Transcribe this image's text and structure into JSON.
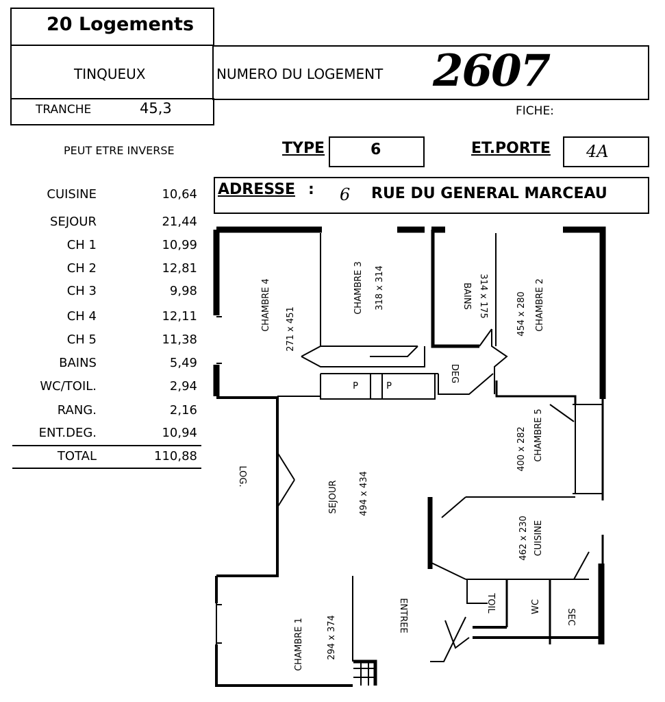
{
  "header": {
    "project": "20 Logements",
    "city": "TINQUEUX",
    "numero_label": "NUMERO DU LOGEMENT",
    "numero_value": "2607",
    "tranche_label": "TRANCHE",
    "tranche_value": "45,3",
    "fiche_label": "FICHE:"
  },
  "info": {
    "note": "PEUT ETRE INVERSE",
    "type_label": "TYPE",
    "type_value": "6",
    "etporte_label": "ET.PORTE",
    "etporte_value": "4A",
    "adresse_label": "ADRESSE",
    "adresse_sep": ":",
    "adresse_num": "6",
    "adresse_street": "RUE DU GENERAL MARCEAU"
  },
  "surfaces": {
    "rows": [
      {
        "label": "CUISINE",
        "value": "10,64"
      },
      {
        "label": "SEJOUR",
        "value": "21,44"
      },
      {
        "label": "CH 1",
        "value": "10,99"
      },
      {
        "label": "CH 2",
        "value": "12,81"
      },
      {
        "label": "CH 3",
        "value": "9,98"
      },
      {
        "label": "CH 4",
        "value": "12,11"
      },
      {
        "label": "CH 5",
        "value": "11,38"
      },
      {
        "label": "BAINS",
        "value": "5,49"
      },
      {
        "label": "WC/TOIL.",
        "value": "2,94"
      },
      {
        "label": "RANG.",
        "value": "2,16"
      },
      {
        "label": "ENT.DEG.",
        "value": "10,94"
      }
    ],
    "total_label": "TOTAL",
    "total_value": "110,88"
  },
  "plan": {
    "chambre4_name": "CHAMBRE 4",
    "chambre4_dim": "271 x 451",
    "chambre3_name": "CHAMBRE 3",
    "chambre3_dim": "318 x 314",
    "bains_name": "BAINS",
    "bains_dim": "314 x 175",
    "chambre2_name": "CHAMBRE 2",
    "chambre2_dim": "454 x 280",
    "chambre5_name": "CHAMBRE 5",
    "chambre5_dim": "400 x 282",
    "deg_name": "DEG",
    "p1": "P",
    "p2": "P",
    "log_name": "LOG.",
    "sejour_name": "SEJOUR",
    "sejour_dim": "494 x 434",
    "cuisine_name": "CUISINE",
    "cuisine_dim": "462 x 230",
    "chambre1_name": "CHAMBRE 1",
    "chambre1_dim": "294 x 374",
    "entree_name": "ENTREE",
    "toil_name": "TOIL",
    "wc_name": "WC",
    "sec_name": "SEC"
  }
}
